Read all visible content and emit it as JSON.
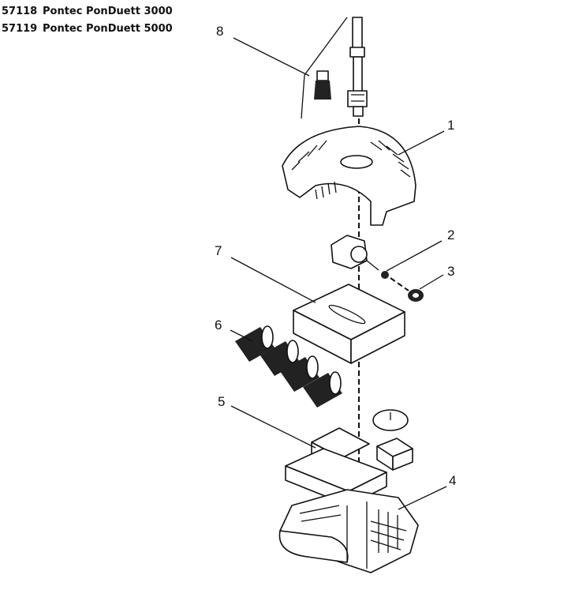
{
  "header": {
    "models": [
      {
        "code": "57118",
        "name": "Pontec PonDuett 3000"
      },
      {
        "code": "57119",
        "name": "Pontec PonDuett 5000"
      }
    ]
  },
  "diagram": {
    "labels": [
      "1",
      "2",
      "3",
      "4",
      "5",
      "6",
      "7",
      "8"
    ]
  }
}
